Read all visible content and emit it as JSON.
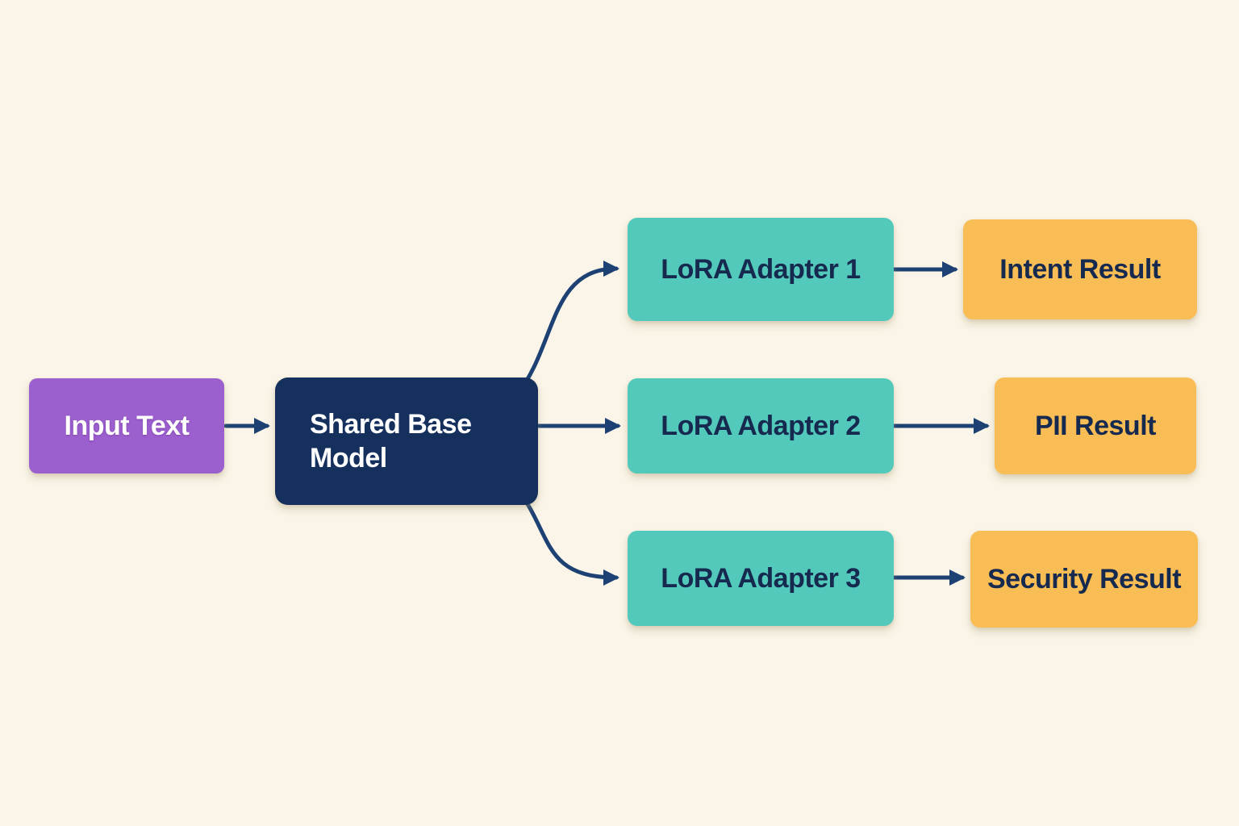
{
  "diagram": {
    "background_color": "#faf5e8",
    "arrow_color": "#1d4173",
    "nodes": {
      "input": {
        "label": "Input Text",
        "color": "#9c5fce",
        "text_color": "#ffffff"
      },
      "base": {
        "label": "Shared Base Model",
        "color": "#16305e",
        "text_color": "#ffffff"
      },
      "lora1": {
        "label": "LoRA Adapter 1",
        "color": "#53c9bc",
        "text_color": "#16294f"
      },
      "lora2": {
        "label": "LoRA Adapter 2",
        "color": "#53c9bc",
        "text_color": "#16294f"
      },
      "lora3": {
        "label": "LoRA Adapter 3",
        "color": "#53c9bc",
        "text_color": "#16294f"
      },
      "intent": {
        "label": "Intent Result",
        "color": "#f9bd55",
        "text_color": "#16294f"
      },
      "pii": {
        "label": "PII Result",
        "color": "#f9bd55",
        "text_color": "#16294f"
      },
      "security": {
        "label": "Security Result",
        "color": "#f9bd55",
        "text_color": "#16294f"
      }
    },
    "edges": [
      {
        "from": "Input Text",
        "to": "Shared Base Model"
      },
      {
        "from": "Shared Base Model",
        "to": "LoRA Adapter 1"
      },
      {
        "from": "Shared Base Model",
        "to": "LoRA Adapter 2"
      },
      {
        "from": "Shared Base Model",
        "to": "LoRA Adapter 3"
      },
      {
        "from": "LoRA Adapter 1",
        "to": "Intent Result"
      },
      {
        "from": "LoRA Adapter 2",
        "to": "PII Result"
      },
      {
        "from": "LoRA Adapter 3",
        "to": "Security Result"
      }
    ]
  }
}
